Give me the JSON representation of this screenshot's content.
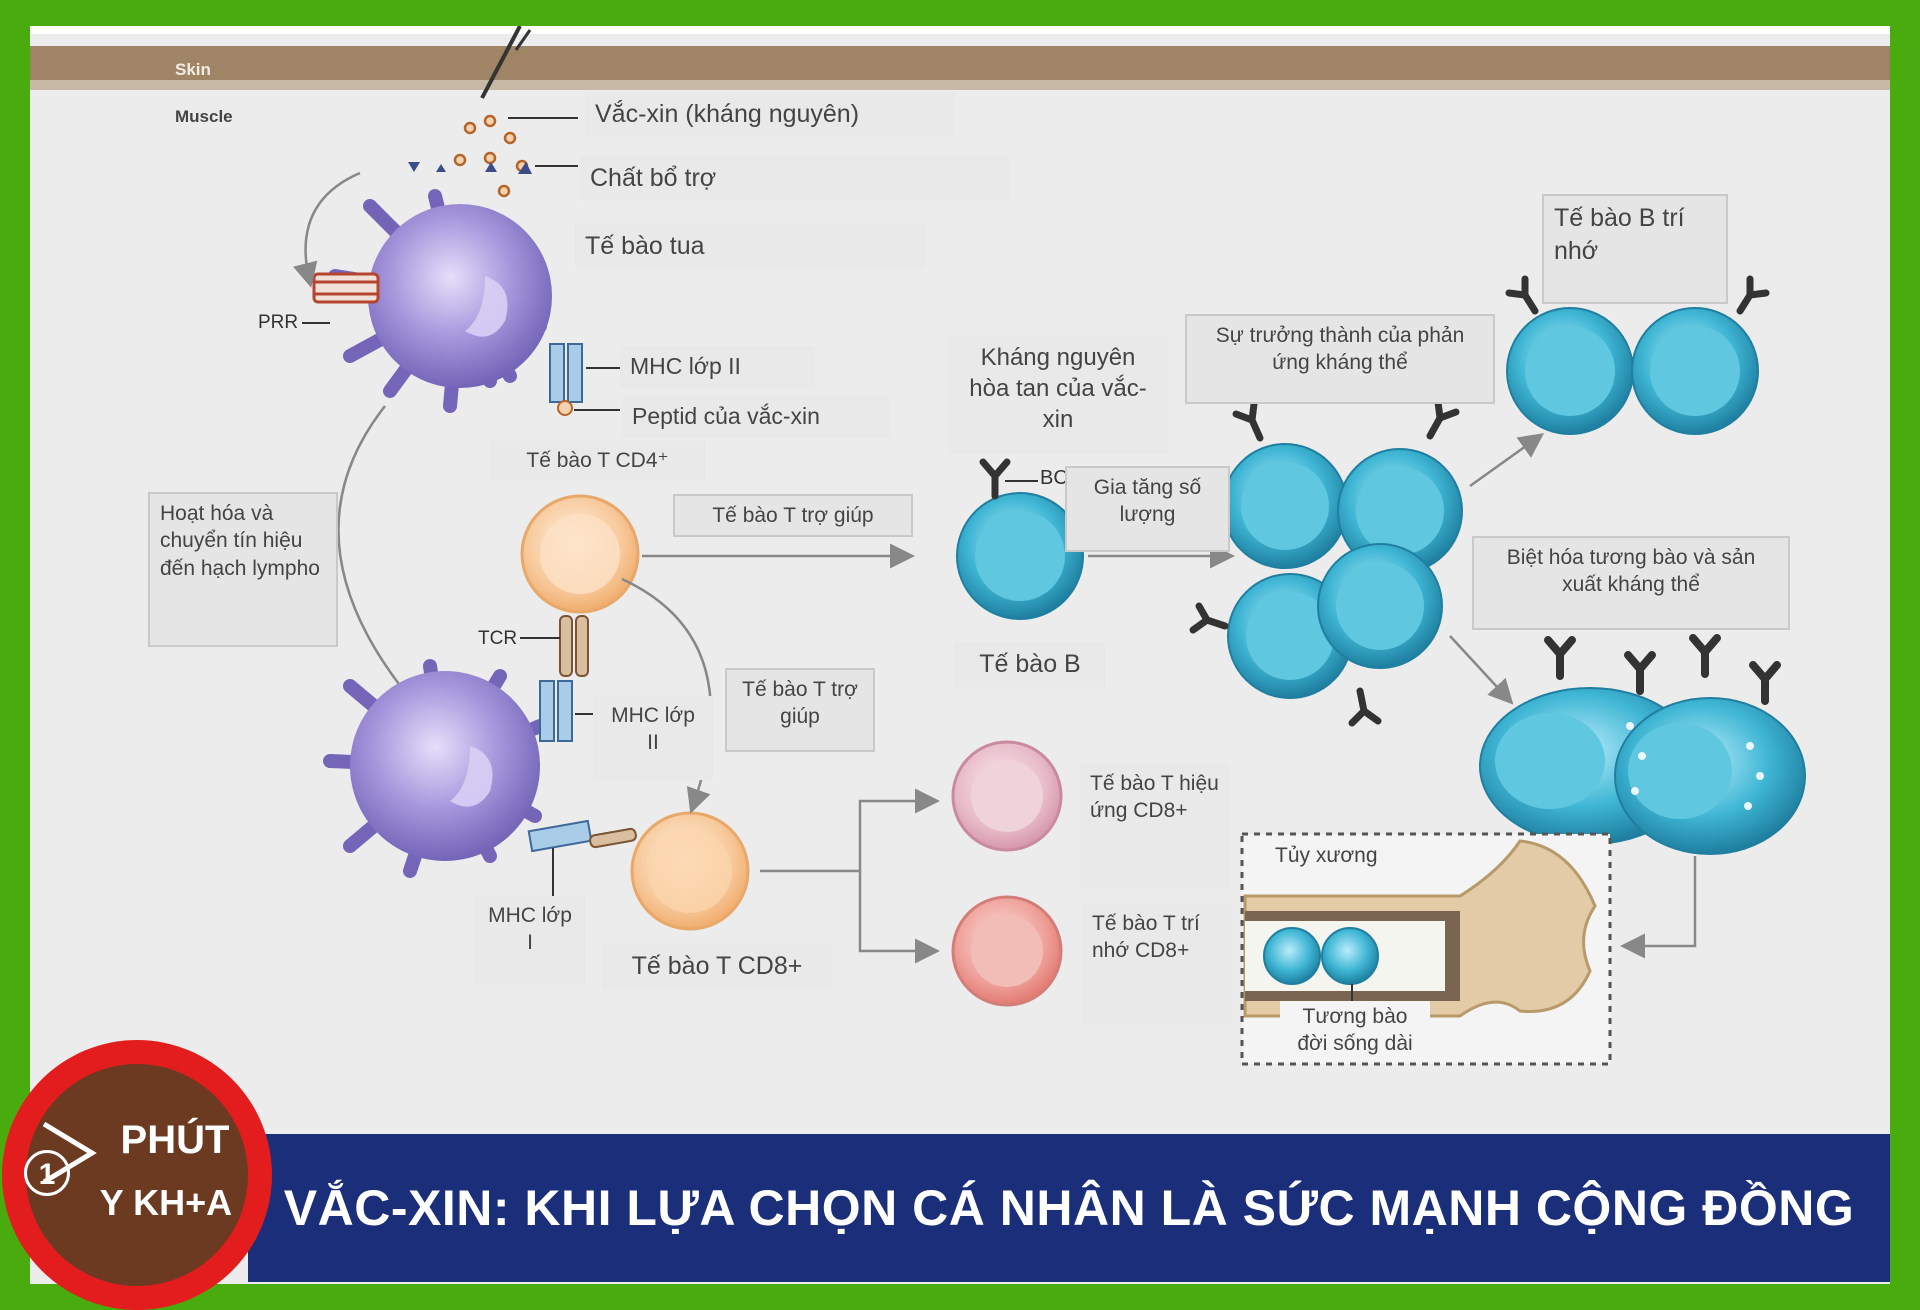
{
  "layers": {
    "skin": "Skin",
    "muscle": "Muscle"
  },
  "labels": {
    "vaccine_antigen": "Vắc-xin (kháng nguyên)",
    "adjuvant": "Chất bổ trợ",
    "dendritic_cell": "Tế bào tua",
    "prr": "PRR",
    "mhc_class_ii": "MHC lớp II",
    "vaccine_peptide": "Peptid của vắc-xin",
    "cd4_t_cell": "Tế bào T CD4⁺",
    "helper_t_cell": "Tế bào T trợ giúp",
    "activation_signal": "Hoạt hóa và chuyển tín hiệu đến hạch lympho",
    "tcr": "TCR",
    "mhc_class_ii_2": "MHC lớp II",
    "helper_t_cell_2": "Tế bào T trợ giúp",
    "mhc_class_i": "MHC lớp I",
    "cd8_t_cell": "Tế bào T CD8+",
    "soluble_antigen": "Kháng nguyên hòa tan của vắc-xin",
    "bcr": "BCR",
    "b_cell": "Tế bào B",
    "proliferation": "Gia tăng số lượng",
    "antibody_maturation": "Sự trưởng thành của phản ứng kháng thể",
    "memory_b_cell": "Tế bào B trí nhớ",
    "plasma_differentiation": "Biệt hóa tương bào và sản xuất kháng thể",
    "cd8_effector": "Tế bào T hiệu ứng CD8+",
    "cd8_memory": "Tế bào T trí nhớ CD8+",
    "bone_marrow": "Tủy xương",
    "long_lived_plasma": "Tương bào đời sống dài"
  },
  "banner": {
    "title": "VẮC-XIN: KHI LỰA CHỌN CÁ NHÂN LÀ SỨC MẠNH CỘNG ĐỒNG"
  },
  "logo": {
    "line1": "PHÚT",
    "line2": "Y KH+A",
    "number": "1"
  },
  "colors": {
    "frame": "#4aab0e",
    "skin": "#a08466",
    "dendritic": "#8c7cc7",
    "t_cd4": "#f7c89a",
    "b_cell": "#3fb6d4",
    "effector": "#e7b9c7",
    "memory": "#e88c8c",
    "banner": "#1b2e7a",
    "logo_ring": "#e31d1d"
  }
}
